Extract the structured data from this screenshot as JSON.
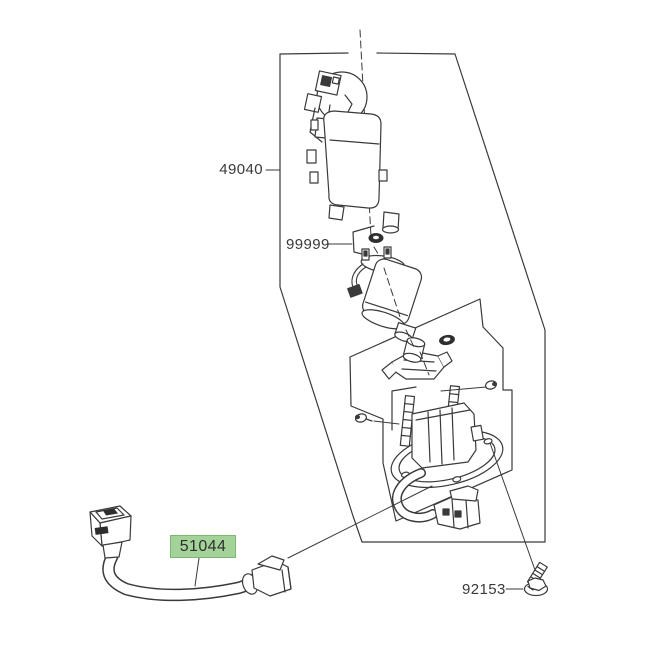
{
  "diagram": {
    "kind": "exploded-parts-diagram",
    "background": "#ffffff",
    "line_color": "#3a3a3a",
    "parts": [
      {
        "number": "49040",
        "highlighted": false
      },
      {
        "number": "99999",
        "highlighted": false
      },
      {
        "number": "51044",
        "highlighted": true
      },
      {
        "number": "92153",
        "highlighted": false
      }
    ],
    "highlight_style": {
      "background": "#a3d399",
      "border": "#7cb872",
      "text": "#2f2f2f"
    }
  }
}
